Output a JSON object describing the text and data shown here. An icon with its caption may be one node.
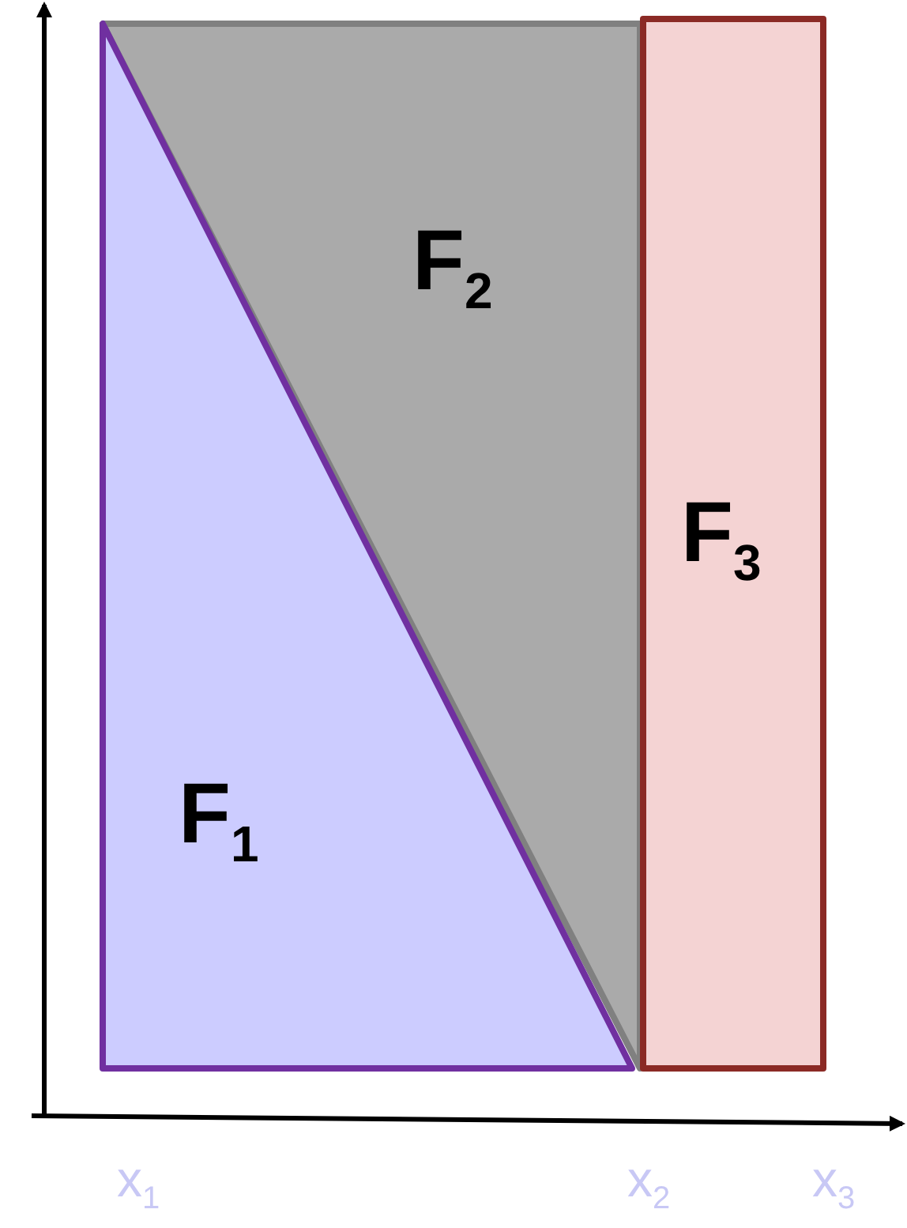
{
  "diagram": {
    "nodes": [
      {
        "text": [
          "F$_{1}$"
        ]
      },
      {
        "text": [
          "F$_{2}$"
        ]
      },
      {
        "text": [
          "F$_{3}$"
        ]
      }
    ],
    "labels": [
      "x$_{1}$",
      "x$_{2}$",
      "x$_{3}$"
    ]
  }
}
